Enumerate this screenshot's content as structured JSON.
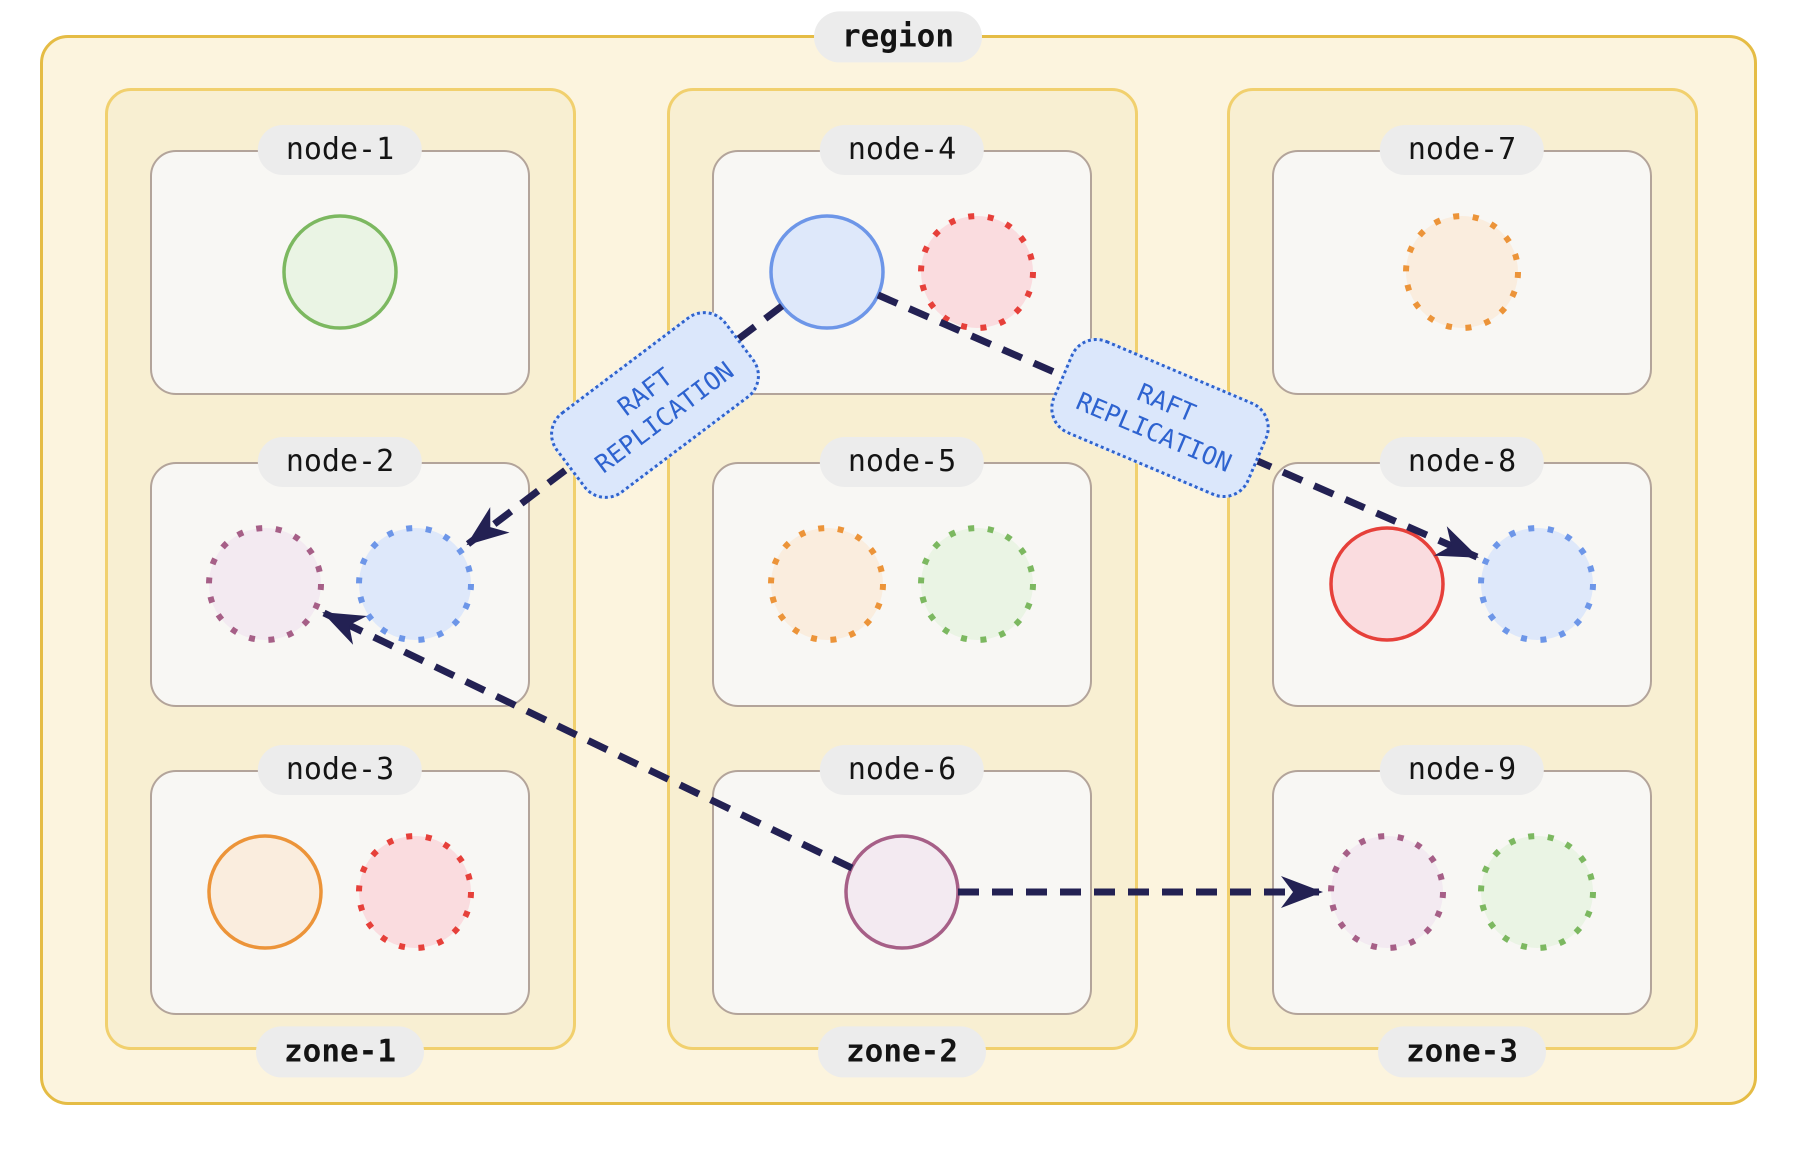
{
  "region": {
    "label": "region"
  },
  "zones": [
    {
      "label": "zone-1",
      "nodes": [
        {
          "label": "node-1",
          "replicas": [
            "green-solid"
          ]
        },
        {
          "label": "node-2",
          "replicas": [
            "purple-dotted",
            "blue-dotted"
          ]
        },
        {
          "label": "node-3",
          "replicas": [
            "orange-solid",
            "red-dotted"
          ]
        }
      ]
    },
    {
      "label": "zone-2",
      "nodes": [
        {
          "label": "node-4",
          "replicas": [
            "blue-solid",
            "red-dotted"
          ]
        },
        {
          "label": "node-5",
          "replicas": [
            "orange-dotted",
            "green-dotted"
          ]
        },
        {
          "label": "node-6",
          "replicas": [
            "purple-solid"
          ]
        }
      ]
    },
    {
      "label": "zone-3",
      "nodes": [
        {
          "label": "node-7",
          "replicas": [
            "orange-dotted"
          ]
        },
        {
          "label": "node-8",
          "replicas": [
            "red-solid",
            "blue-dotted"
          ]
        },
        {
          "label": "node-9",
          "replicas": [
            "purple-dotted",
            "green-dotted"
          ]
        }
      ]
    }
  ],
  "replication": {
    "arrows": [
      {
        "from": "node-4",
        "to": "node-2",
        "label": "RAFT REPLICATION"
      },
      {
        "from": "node-4",
        "to": "node-8",
        "label": "RAFT REPLICATION"
      },
      {
        "from": "node-6",
        "to": "node-2"
      },
      {
        "from": "node-6",
        "to": "node-9"
      }
    ]
  },
  "colors": {
    "arrow": "#232153",
    "region_border": "#E5BC45",
    "zone_border": "#F1D06E",
    "node_border": "#B3A49A",
    "pill_bg": "#ECECEC",
    "raft_label_text": "#2E63D0",
    "raft_label_bg": "#DBE7FB",
    "green": {
      "stroke": "#7CB860",
      "fill": "#EAF4E4"
    },
    "blue": {
      "stroke": "#6D96E8",
      "fill": "#DEE8FA"
    },
    "red": {
      "stroke": "#E6403A",
      "fill": "#FADCDF"
    },
    "orange": {
      "stroke": "#EC9439",
      "fill": "#FAEDDE"
    },
    "purple": {
      "stroke": "#A65F87",
      "fill": "#F3EAF1"
    }
  }
}
